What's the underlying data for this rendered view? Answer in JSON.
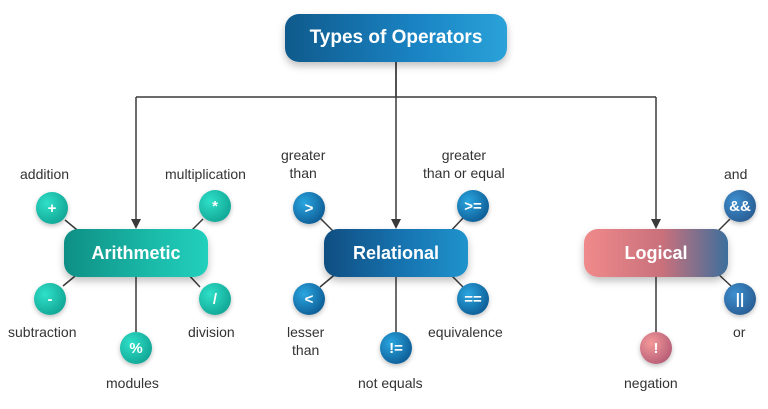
{
  "title": "Types of Operators",
  "categories": {
    "arithmetic": {
      "label": "Arithmetic",
      "operators": [
        {
          "symbol": "+",
          "name": "addition"
        },
        {
          "symbol": "*",
          "name": "multiplication"
        },
        {
          "symbol": "-",
          "name": "subtraction"
        },
        {
          "symbol": "/",
          "name": "division"
        },
        {
          "symbol": "%",
          "name": "modules"
        }
      ]
    },
    "relational": {
      "label": "Relational",
      "operators": [
        {
          "symbol": ">",
          "name_line1": "greater",
          "name_line2": "than"
        },
        {
          "symbol": ">=",
          "name_line1": "greater",
          "name_line2": "than or equal"
        },
        {
          "symbol": "<",
          "name_line1": "lesser",
          "name_line2": "than"
        },
        {
          "symbol": "==",
          "name": "equivalence"
        },
        {
          "symbol": "!=",
          "name": "not equals"
        }
      ]
    },
    "logical": {
      "label": "Logical",
      "operators": [
        {
          "symbol": "&&",
          "name": "and"
        },
        {
          "symbol": "||",
          "name": "or"
        },
        {
          "symbol": "!",
          "name": "negation"
        }
      ]
    }
  },
  "colors": {
    "arithmetic": "#1ab9a8",
    "relational": "#1777b4",
    "logical_start": "#f08a8a",
    "logical_end": "#3c6f9c",
    "title": "#1a84c4",
    "connector": "#3a3a3a"
  }
}
